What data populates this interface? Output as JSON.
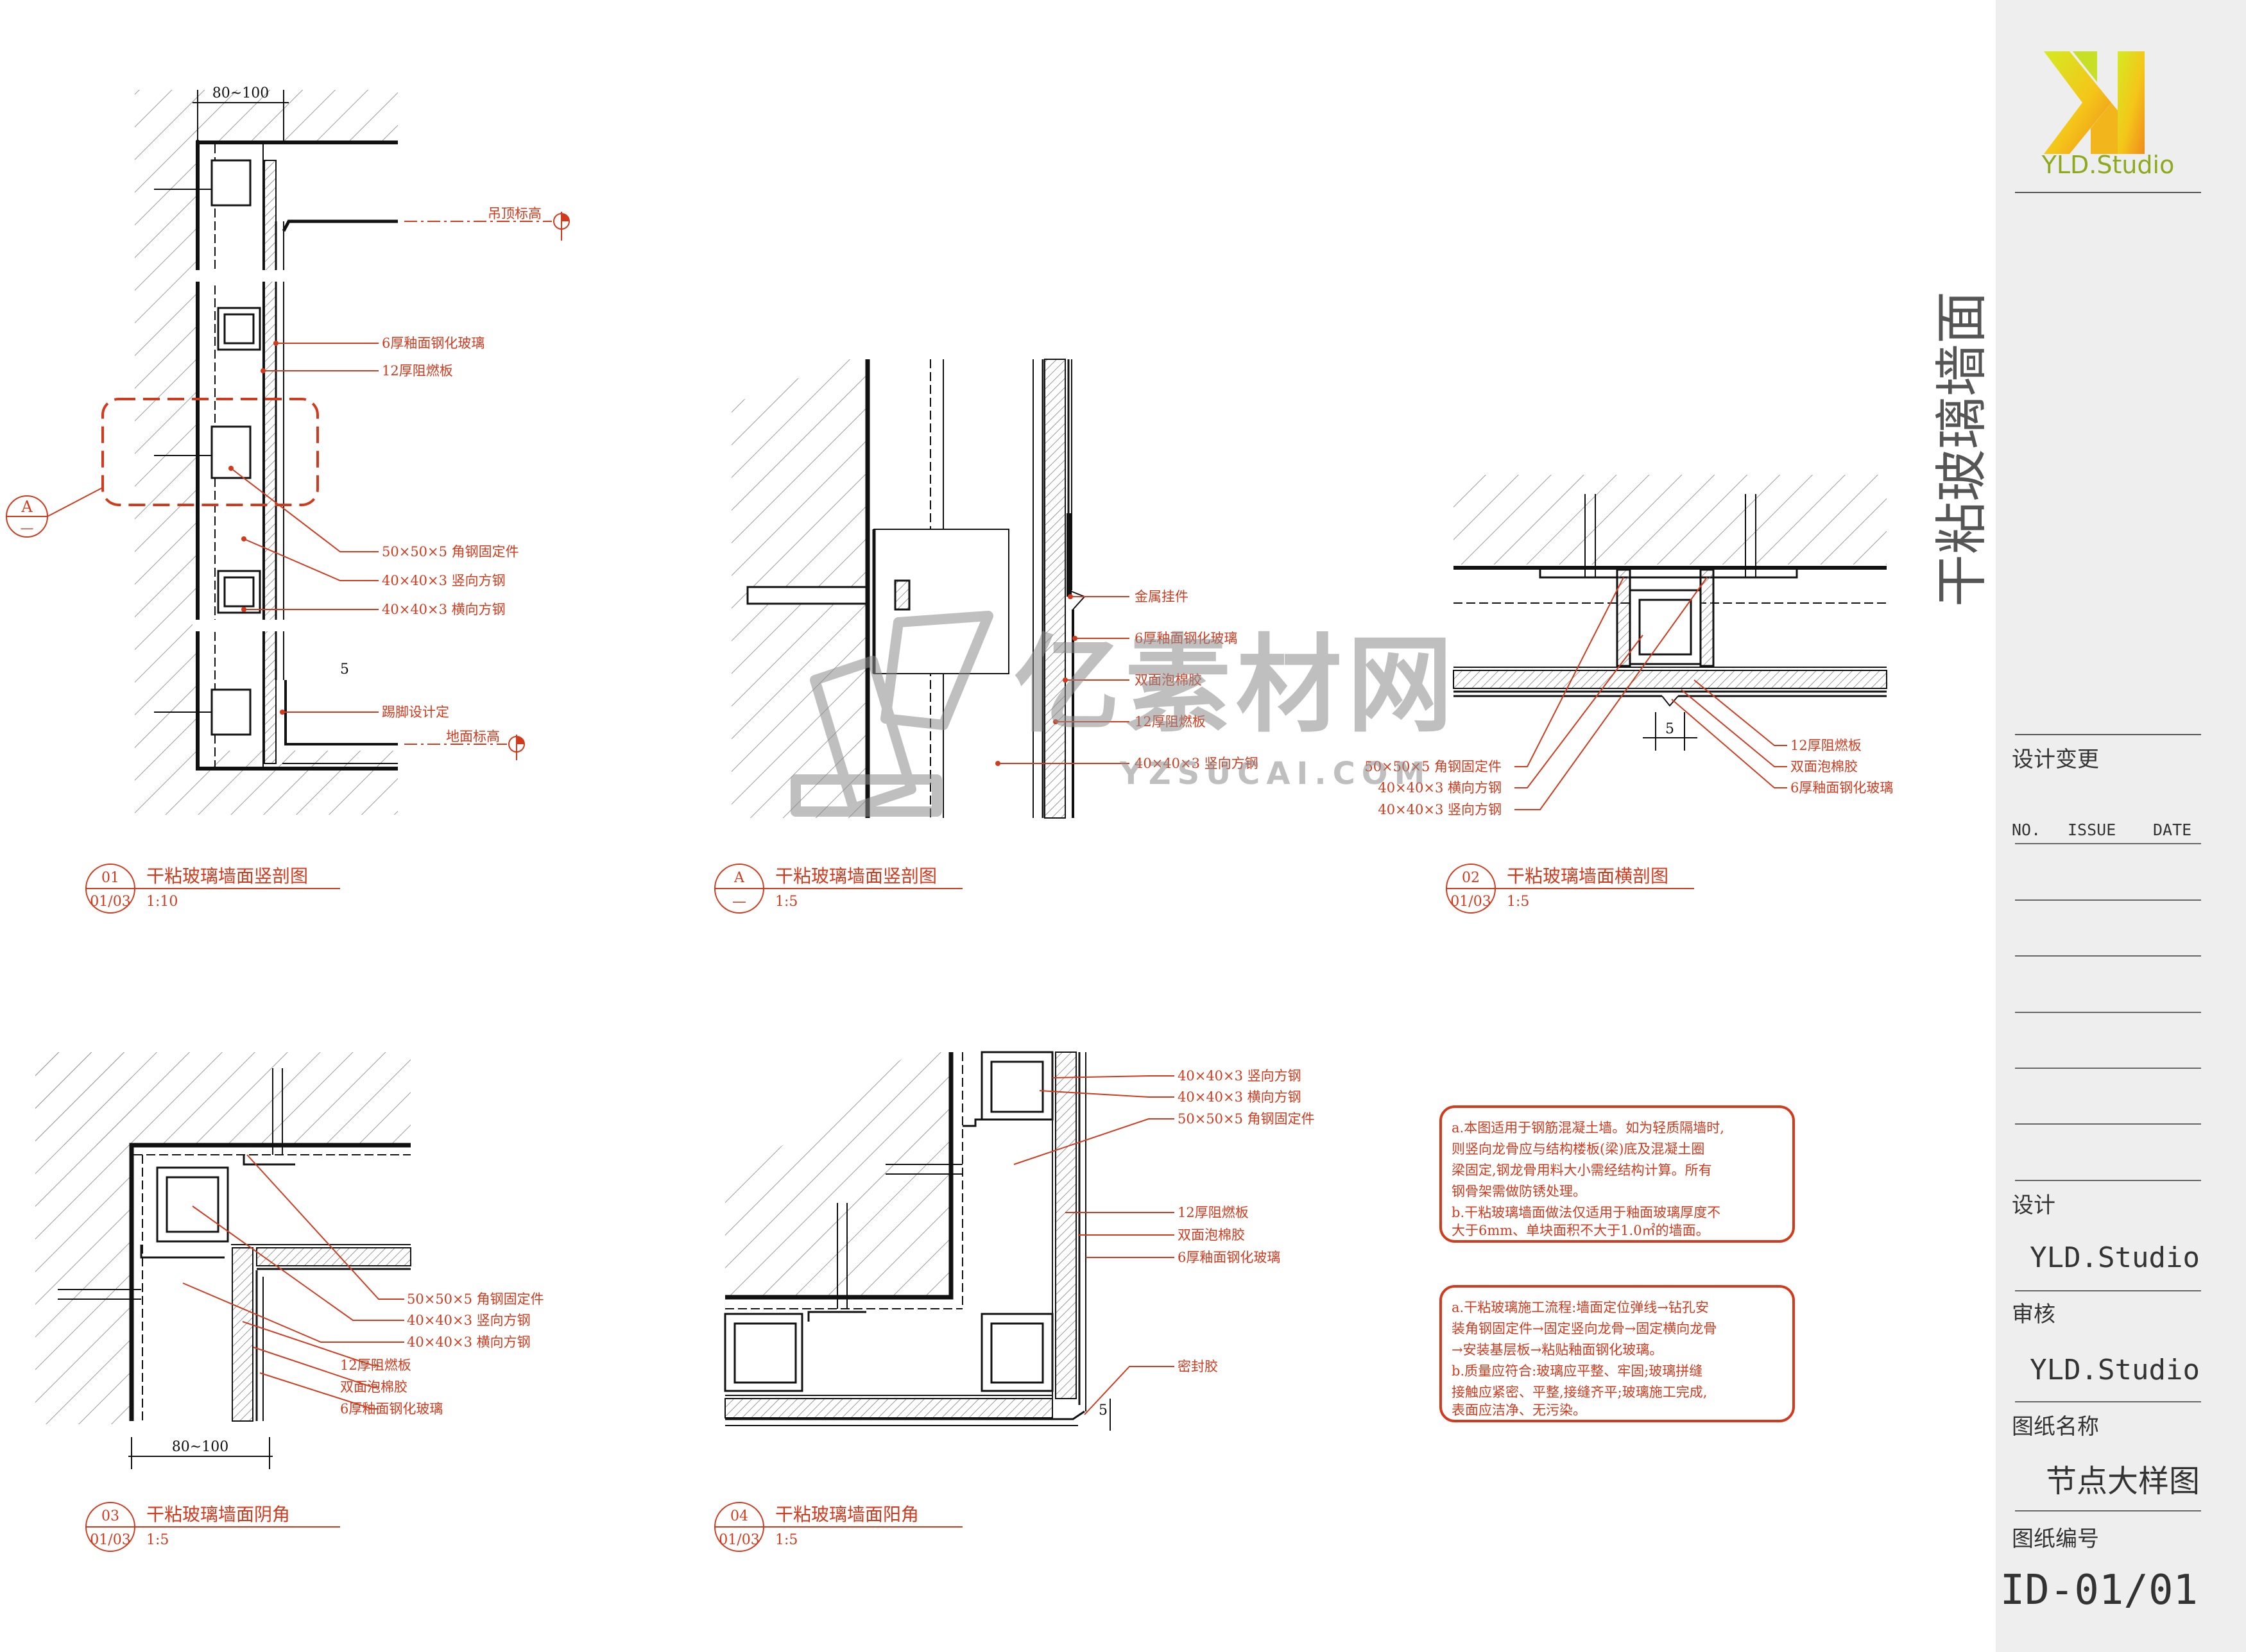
{
  "brand": {
    "name": "YLD.Studio"
  },
  "sheet_title": "干粘玻璃墙面",
  "title_block": {
    "change_label": "设计变更",
    "col_no": "NO.",
    "col_issue": "ISSUE",
    "col_date": "DATE",
    "design_label": "设计",
    "design_value": "YLD.Studio",
    "review_label": "审核",
    "review_value": "YLD.Studio",
    "drawing_name_label": "图纸名称",
    "drawing_name_value": "节点大样图",
    "drawing_no_label": "图纸编号",
    "drawing_no_value": "ID-01/01"
  },
  "watermark": {
    "cn": "亿素材网",
    "en": "YZSUCAI.COM"
  },
  "details": {
    "d01": {
      "num": "01",
      "ref": "01/03",
      "title": "干粘玻璃墙面竖剖图",
      "scale": "1:10",
      "dim": "80~100",
      "dim_small": "5",
      "notes": [
        "吊顶标高",
        "6厚釉面钢化玻璃",
        "12厚阻燃板",
        "50×50×5 角钢固定件",
        "40×40×3 竖向方钢",
        "40×40×3 横向方钢",
        "踢脚设计定",
        "地面标高"
      ]
    },
    "dA": {
      "num": "A",
      "ref": "—",
      "title": "干粘玻璃墙面竖剖图",
      "scale": "1:5",
      "notes": [
        "金属挂件",
        "6厚釉面钢化玻璃",
        "双面泡棉胶",
        "12厚阻燃板",
        "40×40×3 竖向方钢"
      ]
    },
    "d02": {
      "num": "02",
      "ref": "01/03",
      "title": "干粘玻璃墙面横剖图",
      "scale": "1:5",
      "dim_small": "5",
      "notes": [
        "50×50×5 角钢固定件",
        "40×40×3 横向方钢",
        "40×40×3 竖向方钢",
        "12厚阻燃板",
        "双面泡棉胶",
        "6厚釉面钢化玻璃"
      ]
    },
    "d03": {
      "num": "03",
      "ref": "01/03",
      "title": "干粘玻璃墙面阴角",
      "scale": "1:5",
      "dim": "80~100",
      "notes": [
        "50×50×5 角钢固定件",
        "40×40×3 竖向方钢",
        "40×40×3 横向方钢",
        "12厚阻燃板",
        "双面泡棉胶",
        "6厚釉面钢化玻璃"
      ]
    },
    "d04": {
      "num": "04",
      "ref": "01/03",
      "title": "干粘玻璃墙面阳角",
      "scale": "1:5",
      "dim_small": "5",
      "notes": [
        "40×40×3 竖向方钢",
        "40×40×3 横向方钢",
        "50×50×5 角钢固定件",
        "12厚阻燃板",
        "双面泡棉胶",
        "6厚釉面钢化玻璃",
        "密封胶"
      ]
    }
  },
  "callout_A": {
    "letter": "A",
    "sub": "—"
  },
  "remarks1": [
    "a.本图适用于钢筋混凝土墙。如为轻质隔墙时,",
    "则竖向龙骨应与结构楼板(梁)底及混凝土圈",
    "梁固定,钢龙骨用料大小需经结构计算。所有",
    "钢骨架需做防锈处理。",
    "b.干粘玻璃墙面做法仅适用于釉面玻璃厚度不",
    "大于6mm、单块面积不大于1.0㎡的墙面。"
  ],
  "remarks2": [
    "a.干粘玻璃施工流程:墙面定位弹线→钻孔安",
    "装角钢固定件→固定竖向龙骨→固定横向龙骨",
    "→安装基层板→粘贴釉面钢化玻璃。",
    "b.质量应符合:玻璃应平整、牢固;玻璃拼缝",
    "接触应紧密、平整,接缝齐平;玻璃施工完成,",
    "表面应洁净、无污染。"
  ],
  "colors": {
    "accent": "#d23a1e",
    "line": "#111111",
    "hatch": "#9a9a9a",
    "sidebar": "#eeeeee"
  }
}
